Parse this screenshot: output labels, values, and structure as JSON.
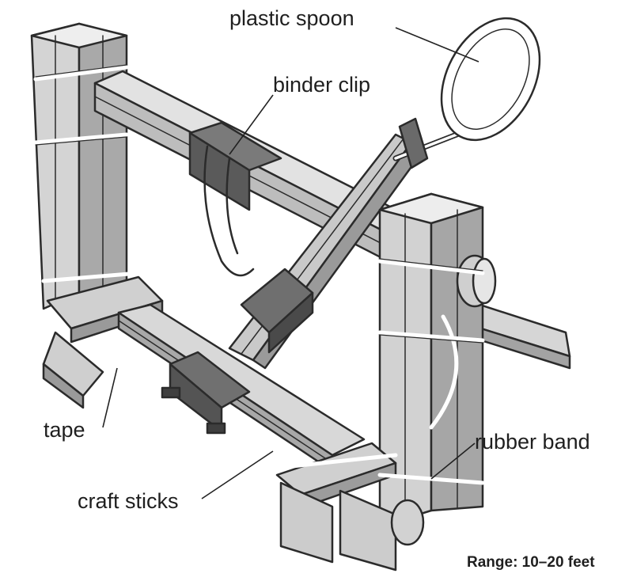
{
  "labels": {
    "plastic_spoon": "plastic spoon",
    "binder_clip": "binder clip",
    "tape": "tape",
    "craft_sticks": "craft sticks",
    "rubber_band": "rubber band"
  },
  "range_text": "Range: 10–20 feet",
  "colors": {
    "wood_light": "#d9d9d9",
    "wood_mid": "#b8b8b8",
    "wood_dark": "#8e8e8e",
    "clip": "#6f6f6f",
    "outline": "#2b2b2b",
    "band": "#ffffff"
  }
}
